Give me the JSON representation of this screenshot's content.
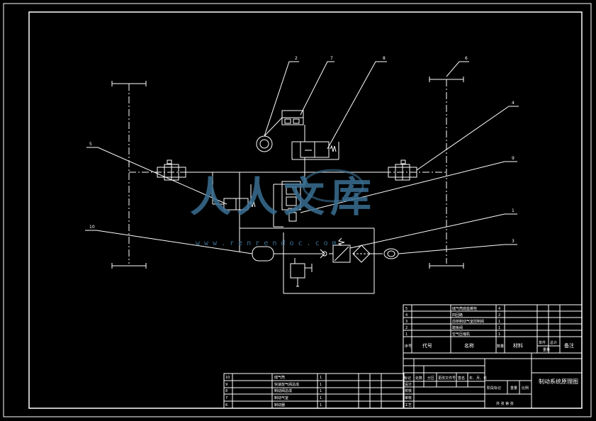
{
  "title_block": {
    "drawing_title": "制动系统原理图",
    "sign_labels": [
      "设计",
      "校核",
      "审核",
      "工艺"
    ],
    "meta_labels": [
      "标记",
      "处数",
      "分区",
      "更改文件号",
      "签名",
      "年、月、日"
    ],
    "stage_labels": [
      "阶段标记",
      "重量",
      "比例"
    ],
    "sheet_label": "共 张  第 张"
  },
  "bom_upper": {
    "header": [
      "序号",
      "代号",
      "名称",
      "数量",
      "材料",
      "单件 总计",
      "备注"
    ],
    "weight_sub": [
      "单件",
      "总计",
      "重量"
    ],
    "rows": [
      {
        "no": "5",
        "name": "储气筒底座螺栓",
        "qty": "4"
      },
      {
        "no": "4",
        "name": "四回路",
        "qty": "2"
      },
      {
        "no": "3",
        "name": "前桥制动气室控制阀",
        "qty": "1"
      },
      {
        "no": "2",
        "name": "踏板阀",
        "qty": "1"
      },
      {
        "no": "1",
        "name": "空气压缩机",
        "qty": "1"
      }
    ]
  },
  "bom_lower": {
    "rows": [
      {
        "no": "10",
        "name": "储气筒",
        "qty": "1"
      },
      {
        "no": "9",
        "name": "快速放气阀总成",
        "qty": "1"
      },
      {
        "no": "8",
        "name": "制动阀总成",
        "qty": "1"
      },
      {
        "no": "7",
        "name": "制动气室",
        "qty": "1"
      },
      {
        "no": "6",
        "name": "制动器",
        "qty": "1"
      }
    ]
  },
  "leaders": [
    "2",
    "7",
    "8",
    "6",
    "4",
    "9",
    "1",
    "3",
    "10",
    "5"
  ],
  "watermark": {
    "text": "人人文库",
    "url": "w w w . r e n r e n d o c . c o m"
  }
}
